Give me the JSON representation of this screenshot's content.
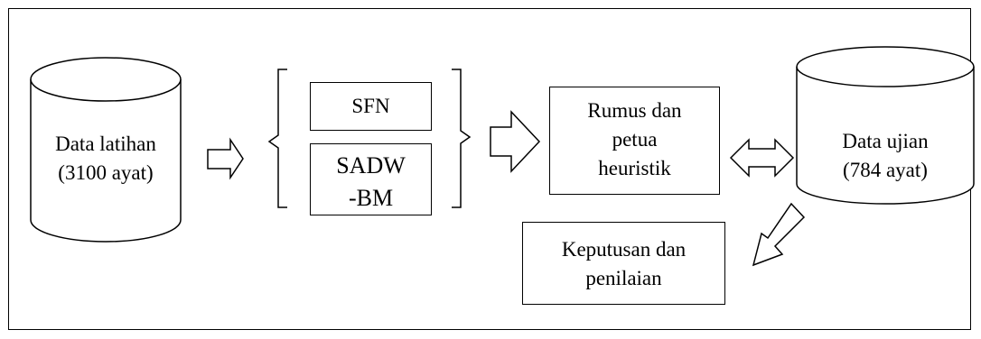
{
  "diagram": {
    "training_db": {
      "line1": "Data latihan",
      "line2": "(3100 ayat)"
    },
    "methods": {
      "sfn": "SFN",
      "sadw_line1": "SADW",
      "sadw_line2": "-BM"
    },
    "rules_box": {
      "line1": "Rumus dan",
      "line2": "petua",
      "line3": "heuristik"
    },
    "test_db": {
      "line1": "Data ujian",
      "line2": "(784 ayat)"
    },
    "decision_box": {
      "line1": "Keputusan dan",
      "line2": "penilaian"
    }
  }
}
